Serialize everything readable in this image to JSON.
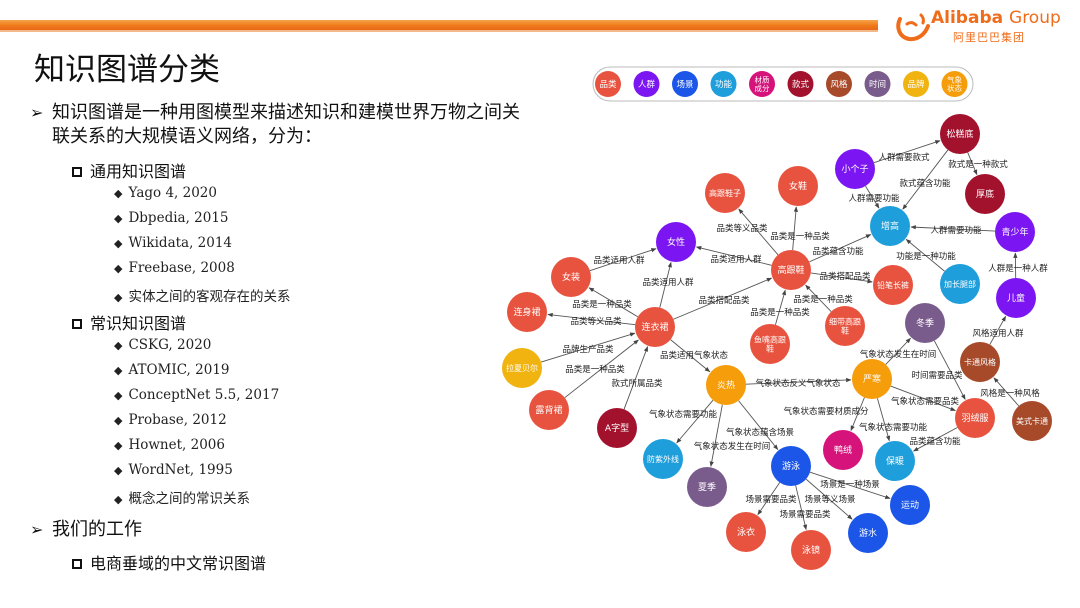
{
  "slide": {
    "title": "知识图谱分类",
    "bullets": [
      {
        "text": "知识图谱是一种用图模型来描述知识和建模世界万物之间关联关系的大规模语义网络，分为："
      },
      {
        "text": "我们的工作"
      }
    ],
    "general_kg": {
      "heading": "通用知识图谱",
      "items": [
        "Yago 4, 2020",
        "Dbpedia, 2015",
        "Wikidata, 2014",
        "Freebase, 2008",
        "实体之间的客观存在的关系"
      ]
    },
    "commonsense_kg": {
      "heading": "常识知识图谱",
      "items": [
        "CSKG, 2020",
        "ATOMIC, 2019",
        "ConceptNet 5.5, 2017",
        "Probase, 2012",
        "Hownet, 2006",
        "WordNet, 1995",
        "概念之间的常识关系"
      ]
    },
    "our_work": {
      "item": "电商垂域的中文常识图谱"
    }
  },
  "logo": {
    "brand": "Alibaba",
    "group": "Group",
    "sub": "阿里巴巴集团",
    "color": "#ef6c1a"
  },
  "legend": [
    {
      "label": "品类",
      "color": "#e8533f"
    },
    {
      "label": "人群",
      "color": "#7b16f2"
    },
    {
      "label": "场景",
      "color": "#1b56e8"
    },
    {
      "label": "功能",
      "color": "#1e9edb"
    },
    {
      "label": "材质成分",
      "color": "#d6137a"
    },
    {
      "label": "款式",
      "color": "#a3122d"
    },
    {
      "label": "风格",
      "color": "#a64a2a"
    },
    {
      "label": "时间",
      "color": "#7a5c8c"
    },
    {
      "label": "品牌",
      "color": "#f0b310"
    },
    {
      "label": "气象状态",
      "color": "#f59d0a"
    }
  ],
  "graph": {
    "nodes": [
      {
        "id": "songgaodi",
        "label": "松糕底",
        "type": "款式"
      },
      {
        "id": "xiaogezi",
        "label": "小个子",
        "type": "人群"
      },
      {
        "id": "houdi",
        "label": "厚底",
        "type": "款式"
      },
      {
        "id": "zenggao",
        "label": "增高",
        "type": "功能"
      },
      {
        "id": "qingshaonian",
        "label": "青少年",
        "type": "人群"
      },
      {
        "id": "jiachangtuibu",
        "label": "加长腿部",
        "type": "功能"
      },
      {
        "id": "ertong",
        "label": "儿童",
        "type": "人群"
      },
      {
        "id": "gaogenxiezi",
        "label": "高跟鞋子",
        "type": "品类"
      },
      {
        "id": "nvxie",
        "label": "女鞋",
        "type": "品类"
      },
      {
        "id": "nvxing",
        "label": "女性",
        "type": "人群"
      },
      {
        "id": "gaogenxie",
        "label": "高跟鞋",
        "type": "品类"
      },
      {
        "id": "qianbichangku",
        "label": "铅笔长裤",
        "type": "品类"
      },
      {
        "id": "nvzhuang",
        "label": "女装",
        "type": "品类"
      },
      {
        "id": "lianshenqun",
        "label": "连身裙",
        "type": "品类"
      },
      {
        "id": "lianyiqun",
        "label": "连衣裙",
        "type": "品类"
      },
      {
        "id": "yuzuigaogenxie",
        "label": "鱼嘴高跟鞋",
        "type": "品类"
      },
      {
        "id": "xidaigaogenxie",
        "label": "细带高跟鞋",
        "type": "品类"
      },
      {
        "id": "dongji",
        "label": "冬季",
        "type": "时间"
      },
      {
        "id": "katongfengge",
        "label": "卡通风格",
        "type": "风格"
      },
      {
        "id": "lafabeier",
        "label": "拉夏贝尔",
        "type": "品牌"
      },
      {
        "id": "yanre",
        "label": "炎热",
        "type": "气象状态"
      },
      {
        "id": "yanhan",
        "label": "严寒",
        "type": "气象状态"
      },
      {
        "id": "meishikatong",
        "label": "美式卡通",
        "type": "风格"
      },
      {
        "id": "lubeiqun",
        "label": "露背裙",
        "type": "品类"
      },
      {
        "id": "azixing",
        "label": "A字型",
        "type": "款式"
      },
      {
        "id": "yurongfu",
        "label": "羽绒服",
        "type": "品类"
      },
      {
        "id": "yarong",
        "label": "鸭绒",
        "type": "材质成分"
      },
      {
        "id": "fangziwaixian",
        "label": "防紫外线",
        "type": "功能"
      },
      {
        "id": "baonuan",
        "label": "保暖",
        "type": "功能"
      },
      {
        "id": "youyong",
        "label": "游泳",
        "type": "场景"
      },
      {
        "id": "xiaji",
        "label": "夏季",
        "type": "时间"
      },
      {
        "id": "yundong",
        "label": "运动",
        "type": "场景"
      },
      {
        "id": "youyi",
        "label": "泳衣",
        "type": "品类"
      },
      {
        "id": "youshui",
        "label": "游水",
        "type": "场景"
      },
      {
        "id": "yongjing",
        "label": "泳镜",
        "type": "品类"
      }
    ],
    "edges": [
      {
        "from": "xiaogezi",
        "to": "songgaodi",
        "label": "人群需要款式"
      },
      {
        "from": "songgaodi",
        "to": "houdi",
        "label": "款式是一种款式"
      },
      {
        "from": "songgaodi",
        "to": "zenggao",
        "label": "款式蕴含功能"
      },
      {
        "from": "xiaogezi",
        "to": "zenggao",
        "label": "人群需要功能"
      },
      {
        "from": "qingshaonian",
        "to": "zenggao",
        "label": "人群需要功能"
      },
      {
        "from": "ertong",
        "to": "qingshaonian",
        "label": "人群是一种人群"
      },
      {
        "from": "gaogenxie",
        "to": "zenggao",
        "label": "品类蕴含功能"
      },
      {
        "from": "jiachangtuibu",
        "to": "zenggao",
        "label": "功能是一种功能"
      },
      {
        "from": "gaogenxie",
        "to": "gaogenxiezi",
        "label": "品类等义品类"
      },
      {
        "from": "gaogenxie",
        "to": "nvxie",
        "label": "品类是一种品类"
      },
      {
        "from": "gaogenxie",
        "to": "nvxing",
        "label": "品类适用人群"
      },
      {
        "from": "gaogenxie",
        "to": "qianbichangku",
        "label": "品类搭配品类"
      },
      {
        "from": "yuzuigaogenxie",
        "to": "gaogenxie",
        "label": "品类是一种品类"
      },
      {
        "from": "xidaigaogenxie",
        "to": "gaogenxie",
        "label": "品类是一种品类"
      },
      {
        "from": "nvzhuang",
        "to": "nvxing",
        "label": "品类适用人群"
      },
      {
        "from": "lianyiqun",
        "to": "nvxing",
        "label": "品类适用人群"
      },
      {
        "from": "lianyiqun",
        "to": "nvzhuang",
        "label": "品类是一种品类"
      },
      {
        "from": "lianyiqun",
        "to": "lianshenqun",
        "label": "品类等义品类"
      },
      {
        "from": "lianyiqun",
        "to": "gaogenxie",
        "label": "品类搭配品类"
      },
      {
        "from": "lafabeier",
        "to": "lianyiqun",
        "label": "品牌生产品类"
      },
      {
        "from": "lubeiqun",
        "to": "lianyiqun",
        "label": "品类是一种品类"
      },
      {
        "from": "azixing",
        "to": "lianyiqun",
        "label": "款式所属品类"
      },
      {
        "from": "lianyiqun",
        "to": "yanre",
        "label": "品类适用气象状态"
      },
      {
        "from": "yanre",
        "to": "yanhan",
        "label": "气象状态反义气象状态"
      },
      {
        "from": "yanhan",
        "to": "dongji",
        "label": "气象状态发生在时间"
      },
      {
        "from": "dongji",
        "to": "yurongfu",
        "label": "时间需要品类"
      },
      {
        "from": "katongfengge",
        "to": "ertong",
        "label": "风格适用人群"
      },
      {
        "from": "meishikatong",
        "to": "katongfengge",
        "label": "风格是一种风格"
      },
      {
        "from": "yanhan",
        "to": "yurongfu",
        "label": "气象状态需要品类"
      },
      {
        "from": "yanhan",
        "to": "yarong",
        "label": "气象状态需要材质成分"
      },
      {
        "from": "yanhan",
        "to": "baonuan",
        "label": "气象状态需要功能"
      },
      {
        "from": "yurongfu",
        "to": "baonuan",
        "label": "品类蕴含功能"
      },
      {
        "from": "yanre",
        "to": "fangziwaixian",
        "label": "气象状态需要功能"
      },
      {
        "from": "yanre",
        "to": "xiaji",
        "label": "气象状态发生在时间"
      },
      {
        "from": "yanre",
        "to": "youyong",
        "label": "气象状态蕴含场景"
      },
      {
        "from": "youyong",
        "to": "yundong",
        "label": "场景是一种场景"
      },
      {
        "from": "youyong",
        "to": "youshui",
        "label": "场景等义场景"
      },
      {
        "from": "youyong",
        "to": "youyi",
        "label": "场景需要品类"
      },
      {
        "from": "youyong",
        "to": "yongjing",
        "label": "场景需要品类"
      }
    ]
  }
}
